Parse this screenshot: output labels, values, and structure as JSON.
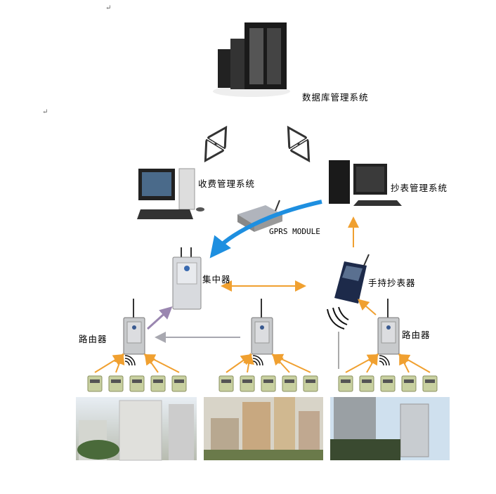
{
  "labels": {
    "database": "数据库管理系统",
    "billing": "收费管理系统",
    "meter_reading": "抄表管理系统",
    "gprs": "GPRS MODULE",
    "concentrator": "集中器",
    "handheld": "手持抄表器",
    "router_left": "路由器",
    "router_right": "路由器"
  },
  "return_mark": "↵",
  "colors": {
    "orange_arrow": "#f0a030",
    "purple_arrow": "#9a86b0",
    "gray_arrow": "#a8a8b0",
    "blue_arrow": "#1e8fe0",
    "meter": "#c8d0a0"
  }
}
